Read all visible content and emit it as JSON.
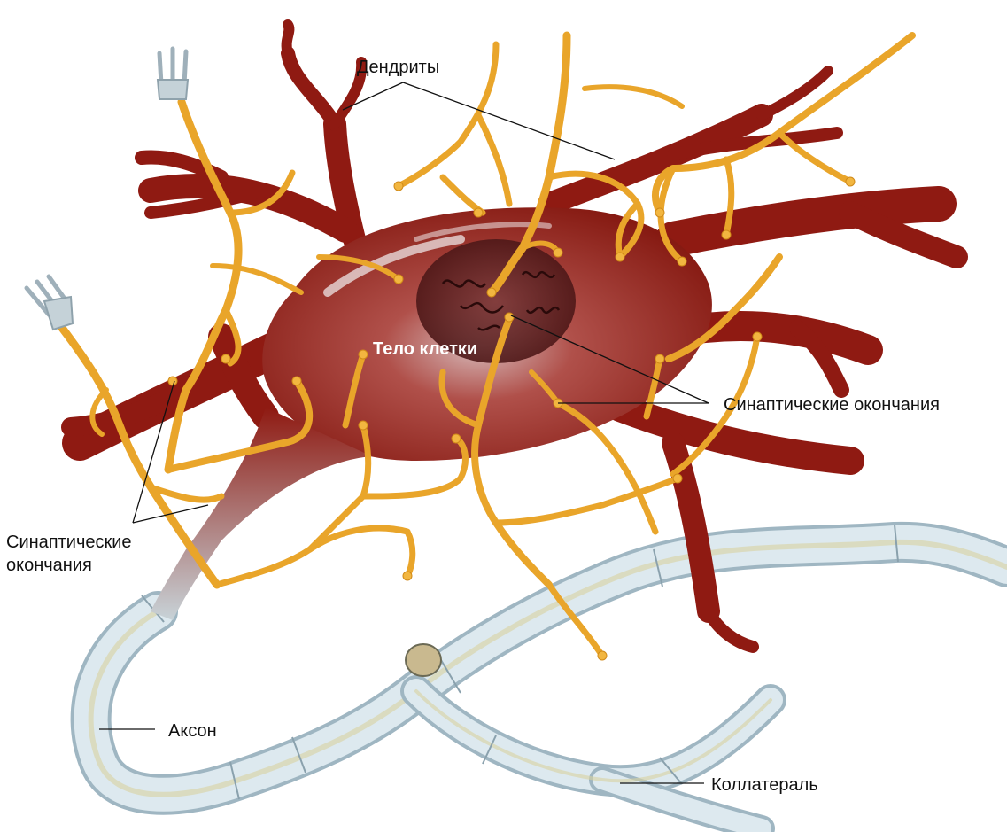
{
  "labels": {
    "dendrites": "Дендриты",
    "cell_body": "Тело клетки",
    "synaptic_right": "Синаптические окончания",
    "synaptic_left_line1": "Синаптические",
    "synaptic_left_line2": "окончания",
    "axon": "Аксон",
    "collateral": "Коллатераль"
  },
  "colors": {
    "neuron_body": "#8f1a12",
    "neuron_highlight": "#c9a7a6",
    "synaptic_terminals": "#e9a52a",
    "myelin_sheath": "#dde9ef",
    "nucleus": "#5e1f1f"
  }
}
